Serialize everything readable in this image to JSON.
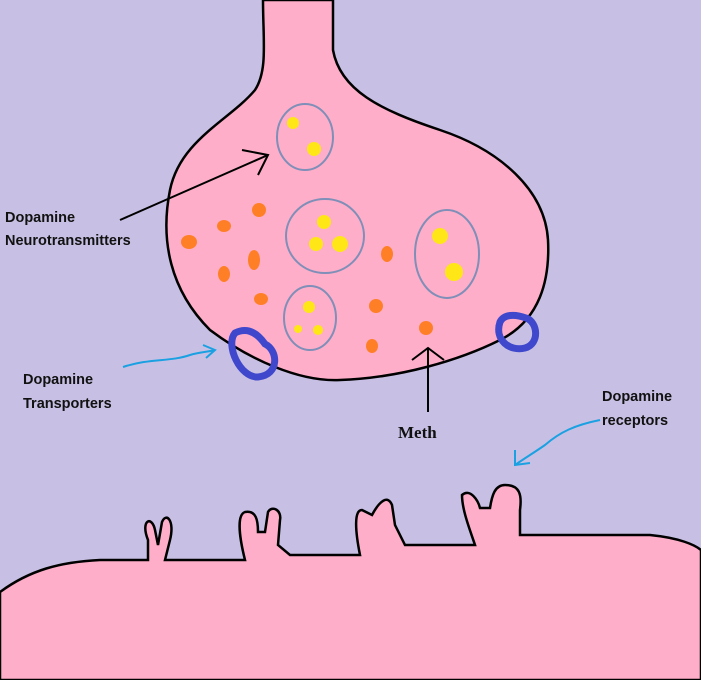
{
  "labels": {
    "neurotransmitters": [
      "Dopamine",
      "Neurotransmitters"
    ],
    "transporters": [
      "Dopamine",
      "Transporters"
    ],
    "meth": "Meth",
    "receptors": [
      "Dopamine",
      "receptors"
    ]
  },
  "colors": {
    "background": "#c8c0e4",
    "neuron": "#ffaec9",
    "vesicle_outline": "#7f8fb8",
    "dopamine": "#ffe617",
    "orange_dots": "#ff7f27",
    "transporter": "#3f48cc",
    "blue_arrow": "#1ba1e2"
  }
}
